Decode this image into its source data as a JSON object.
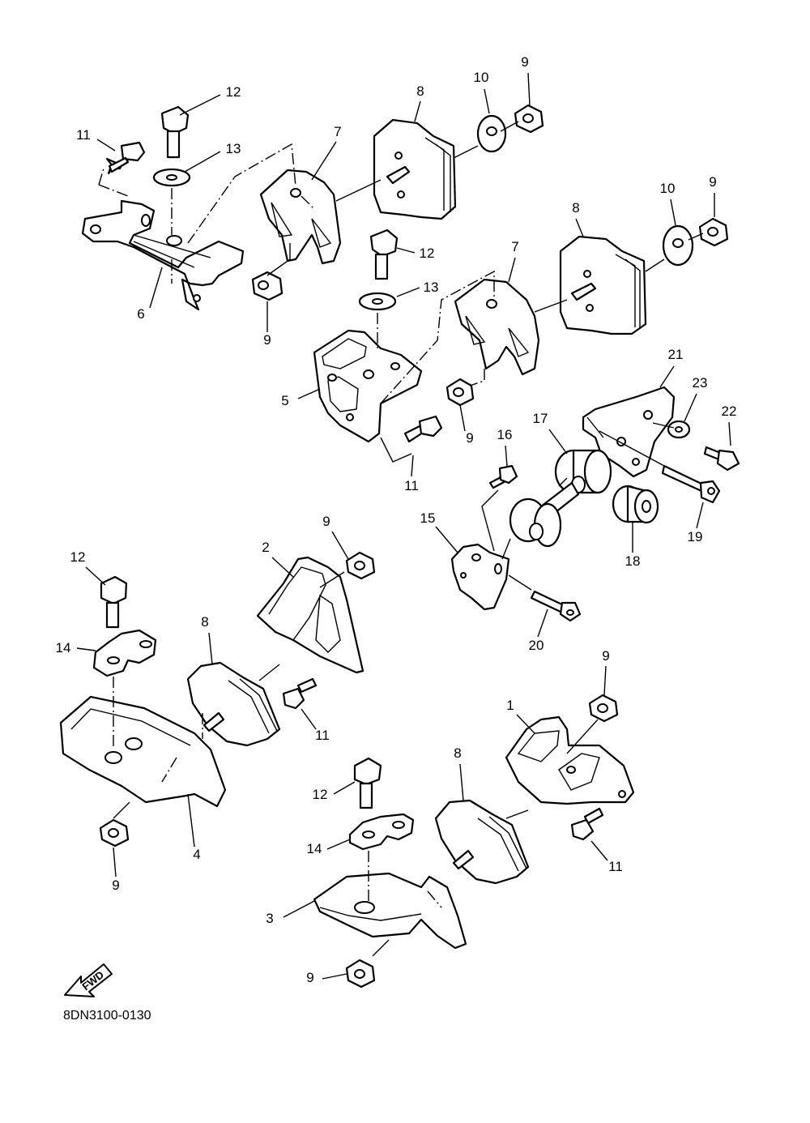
{
  "diagram": {
    "diagram_code": "8DN3100-0130",
    "fwd_label": "FWD",
    "part_numbers": [
      "1",
      "2",
      "3",
      "4",
      "5",
      "6",
      "7",
      "8",
      "9",
      "10",
      "11",
      "12",
      "13",
      "14",
      "15",
      "16",
      "17",
      "18",
      "19",
      "20",
      "21",
      "22",
      "23"
    ]
  }
}
